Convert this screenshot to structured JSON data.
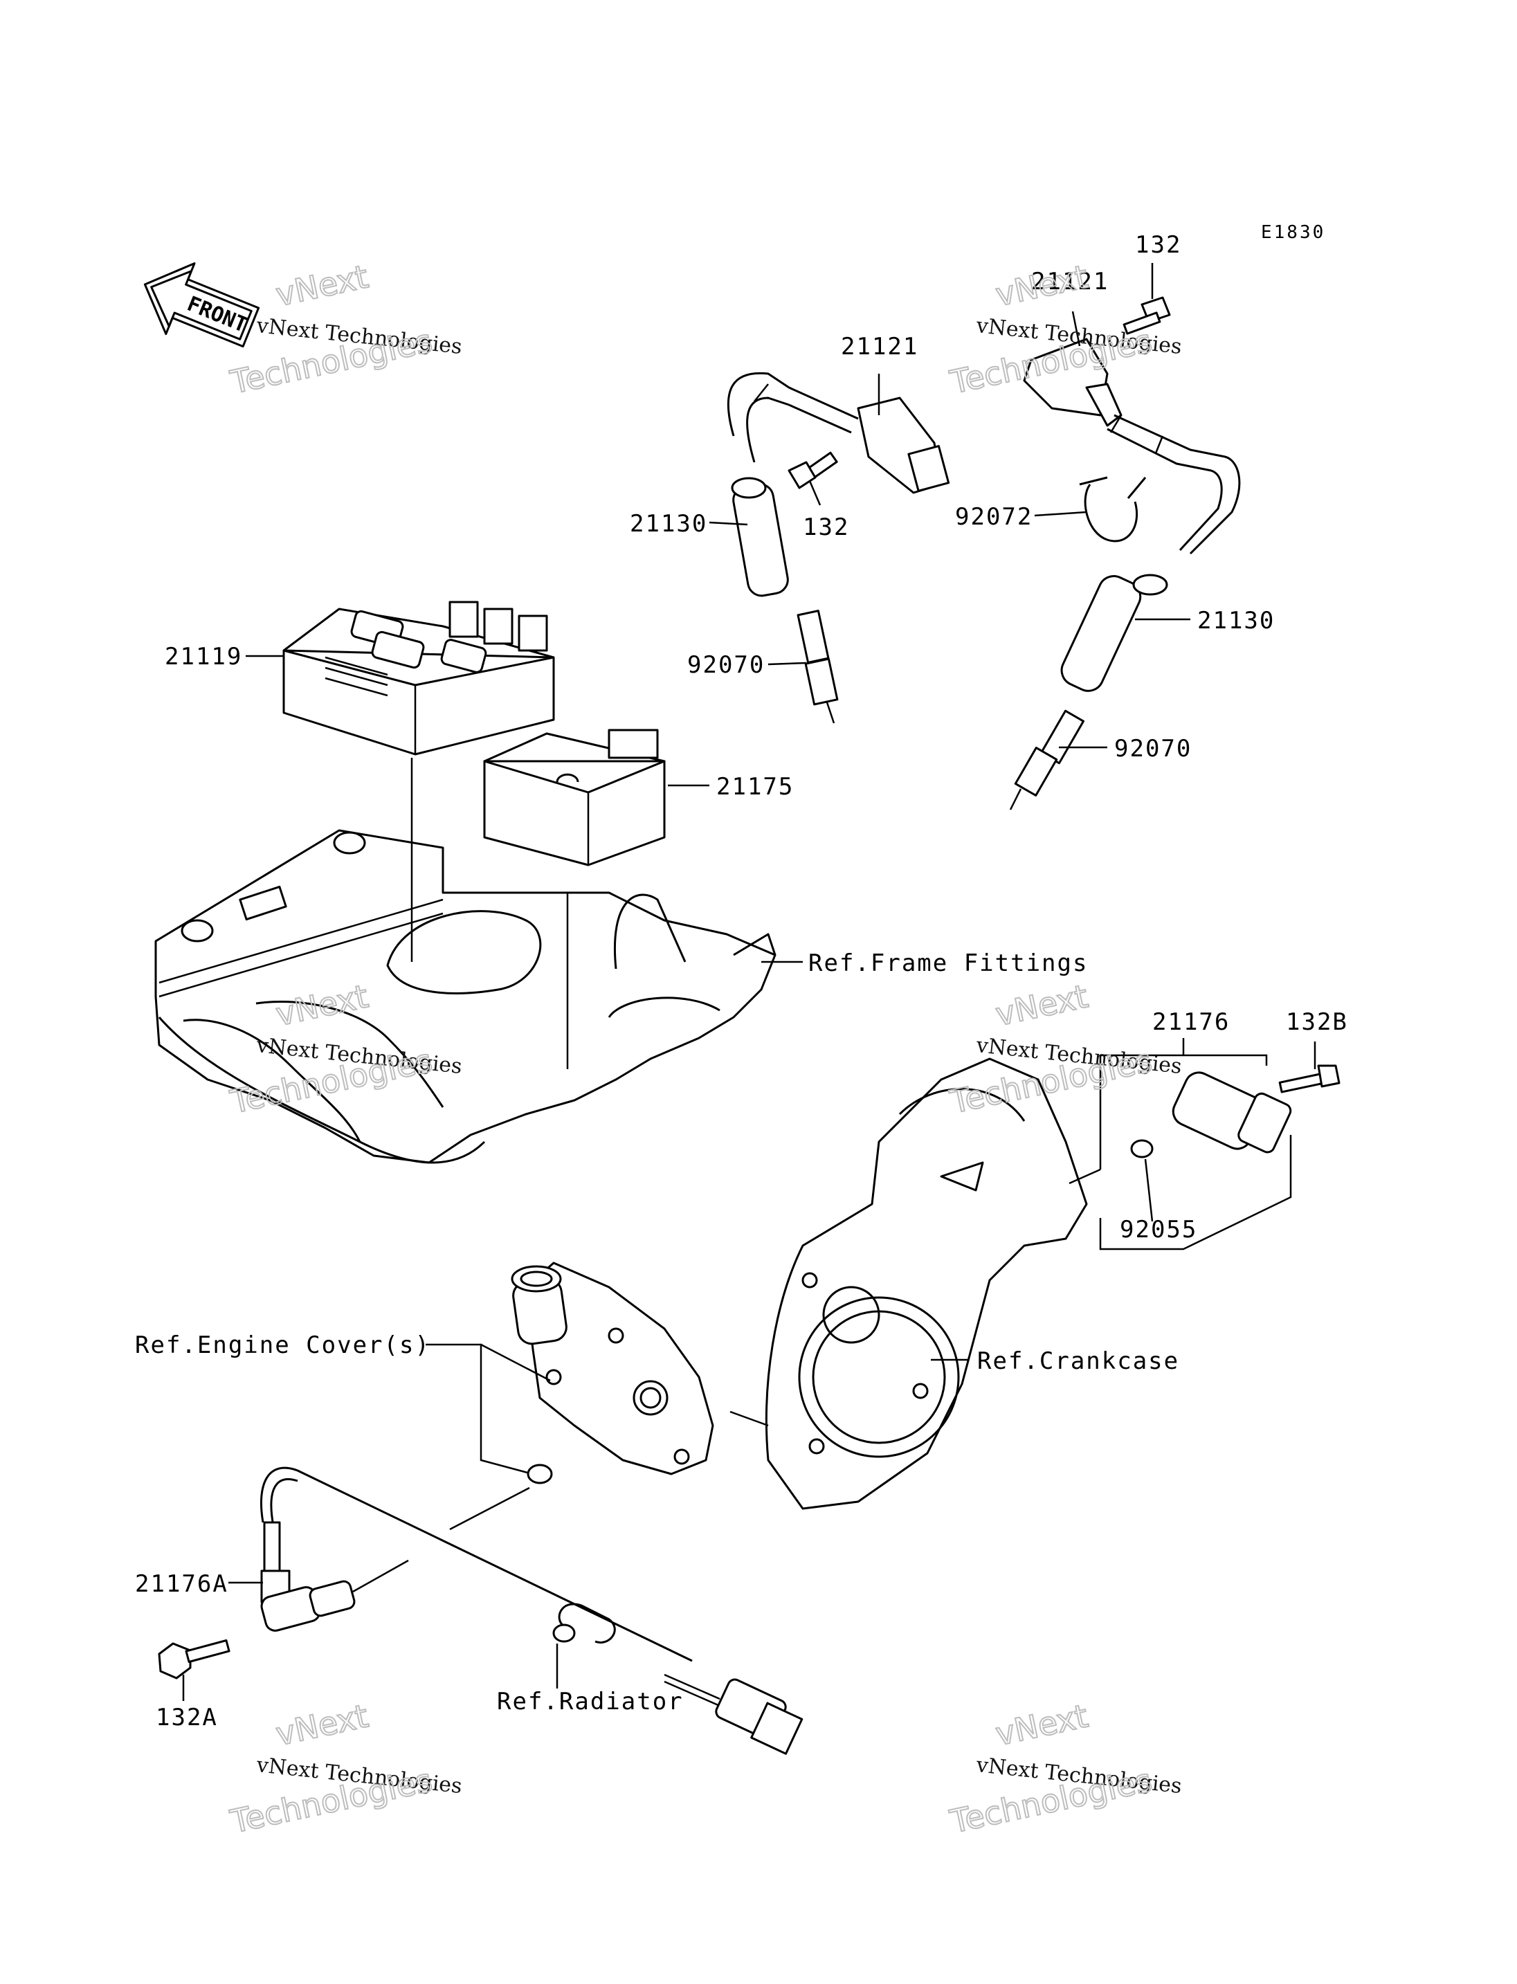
{
  "diagram_code": "E1830",
  "front_label": "FRONT",
  "watermark": {
    "line1": "vNext Technologies",
    "line2": "vNext",
    "line3": "Technologies"
  },
  "callouts": {
    "p132_top": "132",
    "p21121_right": "21121",
    "p21121_left": "21121",
    "p21130_left": "21130",
    "p132_mid": "132",
    "p92072": "92072",
    "p21130_right": "21130",
    "p21119": "21119",
    "p92070_left": "92070",
    "p92070_right": "92070",
    "p21175": "21175",
    "ref_frame": "Ref.Frame Fittings",
    "p21176": "21176",
    "p132B": "132B",
    "p92055": "92055",
    "ref_engine_cover": "Ref.Engine Cover(s)",
    "ref_crankcase": "Ref.Crankcase",
    "p21176A": "21176A",
    "p132A": "132A",
    "ref_radiator": "Ref.Radiator"
  }
}
